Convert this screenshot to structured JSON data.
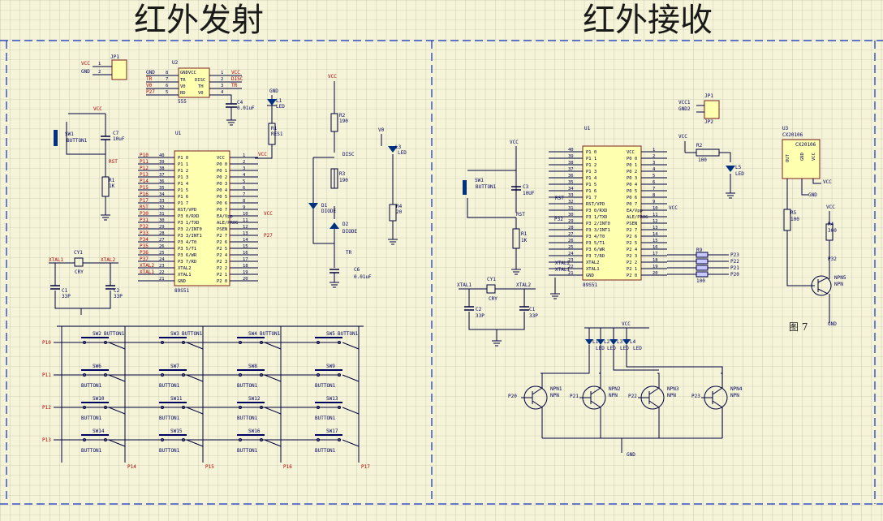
{
  "titles": {
    "transmit": "红外发射",
    "receive": "红外接收"
  },
  "figure_label": "图 7",
  "transmit": {
    "jp1": {
      "ref": "JP1",
      "pins": [
        "VCC",
        "GND"
      ],
      "nums": [
        "1",
        "2"
      ]
    },
    "u2": {
      "ref": "U2",
      "part": "555",
      "left_pins": [
        "GND",
        "TR",
        "V0",
        "RD"
      ],
      "left_nums": [
        "8",
        "7",
        "6",
        "5"
      ],
      "right_pins": [
        "VCC",
        "DISC",
        "TH",
        "V0"
      ],
      "right_nums": [
        "1",
        "2",
        "3",
        "4"
      ],
      "left_nets": [
        "GND",
        "TR",
        "V0",
        "P27"
      ],
      "right_nets": [
        "VCC",
        "DISC",
        "TR",
        ""
      ],
      "top": "GNDVCC"
    },
    "c4": "C4",
    "c4v": "0.01uF",
    "l1": "L1",
    "led": "LED",
    "r1": "R1",
    "r1v": "RES1",
    "sw1": "SW1",
    "button": "BUTTON1",
    "c7": "C7",
    "c7v": "10uF",
    "rst": "RST",
    "r1b": "R1",
    "r1bv": "1K",
    "vcc": "VCC",
    "gnd": "GND",
    "u1": {
      "ref": "U1",
      "part": "89S51",
      "left": [
        "P1 0",
        "P1 1",
        "P1 2",
        "P1 3",
        "P1 4",
        "P1 5",
        "P1 6",
        "P1 7",
        "RST/VPD",
        "P3 0/RXD",
        "P3 1/TXD",
        "P3 2/INT0",
        "P3 3/INT1",
        "P3 4/T0",
        "P3 5/T1",
        "P3 6/WR",
        "P3 7/RD",
        "XTAL2",
        "XTAL1",
        "GND"
      ],
      "lnums": [
        "40",
        "39",
        "38",
        "37",
        "36",
        "35",
        "34",
        "33",
        "32",
        "31",
        "30",
        "29",
        "28",
        "27",
        "26",
        "25",
        "24",
        "23",
        "22",
        "21"
      ],
      "lnets": [
        "P10",
        "P11",
        "P12",
        "P13",
        "P14",
        "P15",
        "P16",
        "P17",
        "RST",
        "P30",
        "P31",
        "P32",
        "P33",
        "P34",
        "P35",
        "P36",
        "P37",
        "XTAL2",
        "XTAL1",
        ""
      ],
      "right": [
        "VCC",
        "P0 0",
        "P0 1",
        "P0 2",
        "P0 3",
        "P0 4",
        "P0 5",
        "P0 6",
        "P0 7",
        "EA/Vpp",
        "ALE/PROG",
        "PSEN",
        "P2 7",
        "P2 6",
        "P2 5",
        "P2 4",
        "P2 3",
        "P2 2",
        "P2 1",
        "P2 0"
      ],
      "rnums": [
        "1",
        "2",
        "3",
        "4",
        "5",
        "6",
        "7",
        "8",
        "9",
        "10",
        "11",
        "12",
        "13",
        "14",
        "15",
        "16",
        "17",
        "18",
        "19",
        "20"
      ]
    },
    "cy1": "CY1",
    "cry": "CRY",
    "xtal1": "XTAL1",
    "xtal2": "XTAL2",
    "c1": "C1",
    "c2": "C2",
    "c33": "33P",
    "r2": "R2",
    "r2v": "190",
    "r3": "R3",
    "r3v": "190",
    "d1": "D1",
    "d2": "D2",
    "diode": "DIODE",
    "disc": "DISC",
    "tr": "TR",
    "c6": "C6",
    "c6v": "0.01uF",
    "v0": "V0",
    "l3": "L3",
    "r4": "R4",
    "r4v": "20",
    "p27": "P27",
    "keys": {
      "rows": [
        "P10",
        "P11",
        "P12",
        "P13"
      ],
      "cols": [
        "P14",
        "P15",
        "P16",
        "P17"
      ],
      "sw": [
        [
          "SW2",
          "SW3",
          "SW4",
          "SW5"
        ],
        [
          "SW6",
          "SW7",
          "SW8",
          "SW9"
        ],
        [
          "SW10",
          "SW11",
          "SW12",
          "SW13"
        ],
        [
          "SW14",
          "SW15",
          "SW16",
          "SW17"
        ]
      ],
      "label": "BUTTON1"
    }
  },
  "receive": {
    "jp1": "JP1",
    "jp2": "JP2",
    "vcc1": "VCC1",
    "gnd2": "GND2",
    "u1": {
      "ref": "U1",
      "part": "89S51"
    },
    "r2": "R2",
    "r2v": "100",
    "l5": "L5",
    "led": "LED",
    "sw1": "SW1",
    "button": "BUTTON1",
    "c3": "C3",
    "c3v": "10UF",
    "rst": "RST",
    "r1": "R1",
    "r1v": "1K",
    "cy1": "CY1",
    "cry": "CRY",
    "xtal1": "XTAL1",
    "xtal2": "XTAL2",
    "c2": "C2",
    "c1": "C1",
    "c33": "33P",
    "p32": "P32",
    "u3": "U3",
    "u3part": "CX20106",
    "u3label": "CX20106",
    "u3pins": [
      "OUT",
      "GND",
      "VCC"
    ],
    "r5": "R5",
    "r5v": "100",
    "r4": "R4",
    "r4v": "300",
    "npn": "NPN",
    "npn5": "NPN5",
    "r9": "R9",
    "rnets": [
      "P23",
      "P22",
      "P21",
      "P20"
    ],
    "rvals": [
      "100",
      "100",
      "100",
      "100"
    ],
    "leds": [
      "L1",
      "L2",
      "L3",
      "L4"
    ],
    "ledlbl": "LED",
    "npns": [
      "NPN1",
      "NPN2",
      "NPN3",
      "NPN4"
    ],
    "pnets": [
      "P20",
      "P21",
      "P22",
      "P23"
    ],
    "vcc": "VCC",
    "gnd": "GND"
  }
}
